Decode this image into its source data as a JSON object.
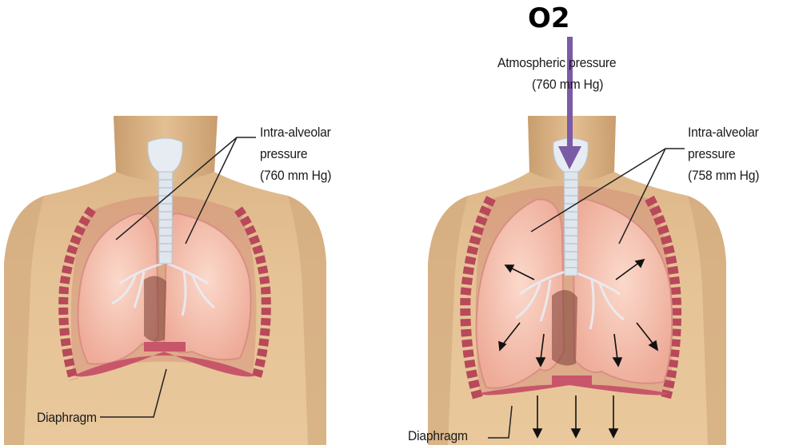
{
  "o2_label": "O2",
  "left_panel": {
    "intra_alveolar": [
      "Intra-alveolar",
      "pressure",
      "(760 mm Hg)"
    ],
    "diaphragm": "Diaphragm"
  },
  "right_panel": {
    "atmospheric": [
      "Atmospheric pressure",
      "(760 mm Hg)"
    ],
    "intra_alveolar": [
      "Intra-alveolar",
      "pressure",
      "(758 mm Hg)"
    ],
    "diaphragm": "Diaphragm"
  },
  "colors": {
    "skin": "#e3bf92",
    "skin_shadow": "#c9a073",
    "lung": "#f6c8b6",
    "lung_edge": "#d98f84",
    "ribs": "#b8485a",
    "airway": "#dfe6ee",
    "arrow_purple": "#7b5aa6"
  }
}
